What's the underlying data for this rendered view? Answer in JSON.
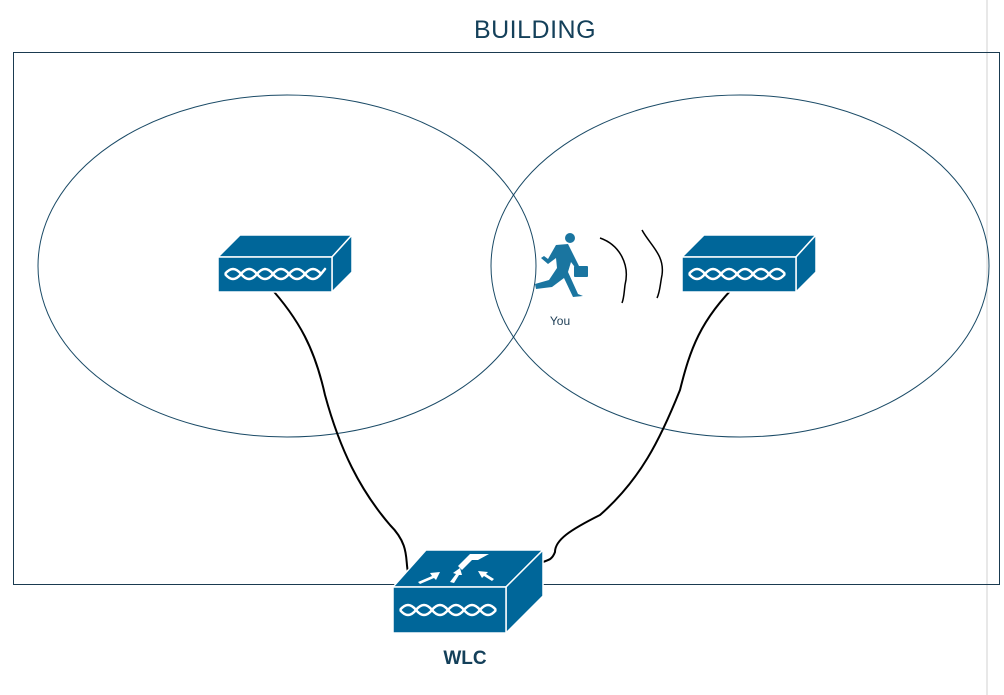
{
  "title": "BUILDING",
  "user_label": "You",
  "controller_label": "WLC",
  "colors": {
    "device": "#006699",
    "outline": "#1a4a66",
    "cable": "#000000"
  },
  "icons": [
    "access-point-icon",
    "access-point-icon",
    "wireless-lan-controller-icon",
    "walking-person-icon",
    "wireless-signal-icon"
  ]
}
